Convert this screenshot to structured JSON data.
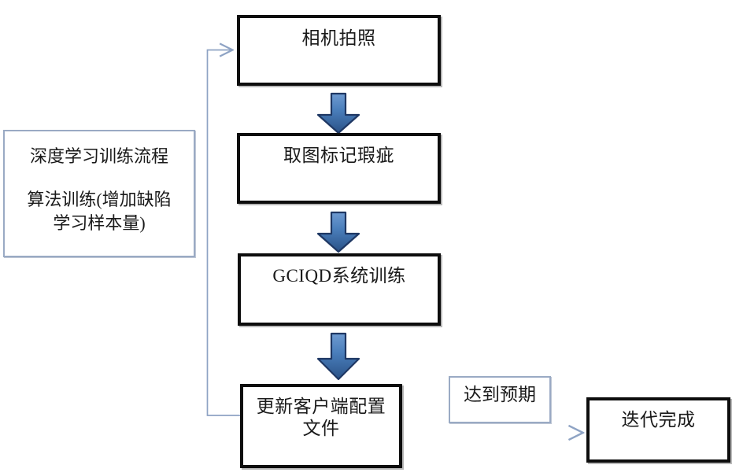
{
  "diagram": {
    "title": "深度学习训练流程",
    "background_color": "#ffffff",
    "box_border_color": "#0d0d0d",
    "note_border_color": "#9aaac4",
    "arrow_fill_color": "#4a7ebb",
    "arrow_outline_color": "#1f3864",
    "connector_color": "#8ea3c4"
  },
  "info_panel": {
    "heading": "深度学习训练流程",
    "body": "算法训练(增加缺陷\n学习样本量)"
  },
  "nodes": [
    {
      "id": "camera-capture",
      "label": "相机拍照",
      "kind": "process"
    },
    {
      "id": "mark-defects",
      "label": "取图标记瑕疵",
      "kind": "process"
    },
    {
      "id": "gciqd-training",
      "label": "GCIQD系统训练",
      "kind": "process"
    },
    {
      "id": "update-client-config",
      "label": "更新客户端配置\n文件",
      "kind": "process"
    },
    {
      "id": "meets-expectation",
      "label": "达到预期",
      "kind": "note"
    },
    {
      "id": "iteration-complete",
      "label": "迭代完成",
      "kind": "process"
    }
  ],
  "edges": [
    {
      "id": "e1",
      "from": "camera-capture",
      "to": "mark-defects",
      "style": "block-arrow",
      "label": ""
    },
    {
      "id": "e2",
      "from": "mark-defects",
      "to": "gciqd-training",
      "style": "block-arrow",
      "label": ""
    },
    {
      "id": "e3",
      "from": "gciqd-training",
      "to": "update-client-config",
      "style": "block-arrow",
      "label": ""
    },
    {
      "id": "e4",
      "from": "update-client-config",
      "to": "iteration-complete",
      "style": "line-arrow",
      "label": "达到预期"
    },
    {
      "id": "e5",
      "from": "update-client-config",
      "to": "camera-capture",
      "style": "feedback-line",
      "label": ""
    }
  ]
}
